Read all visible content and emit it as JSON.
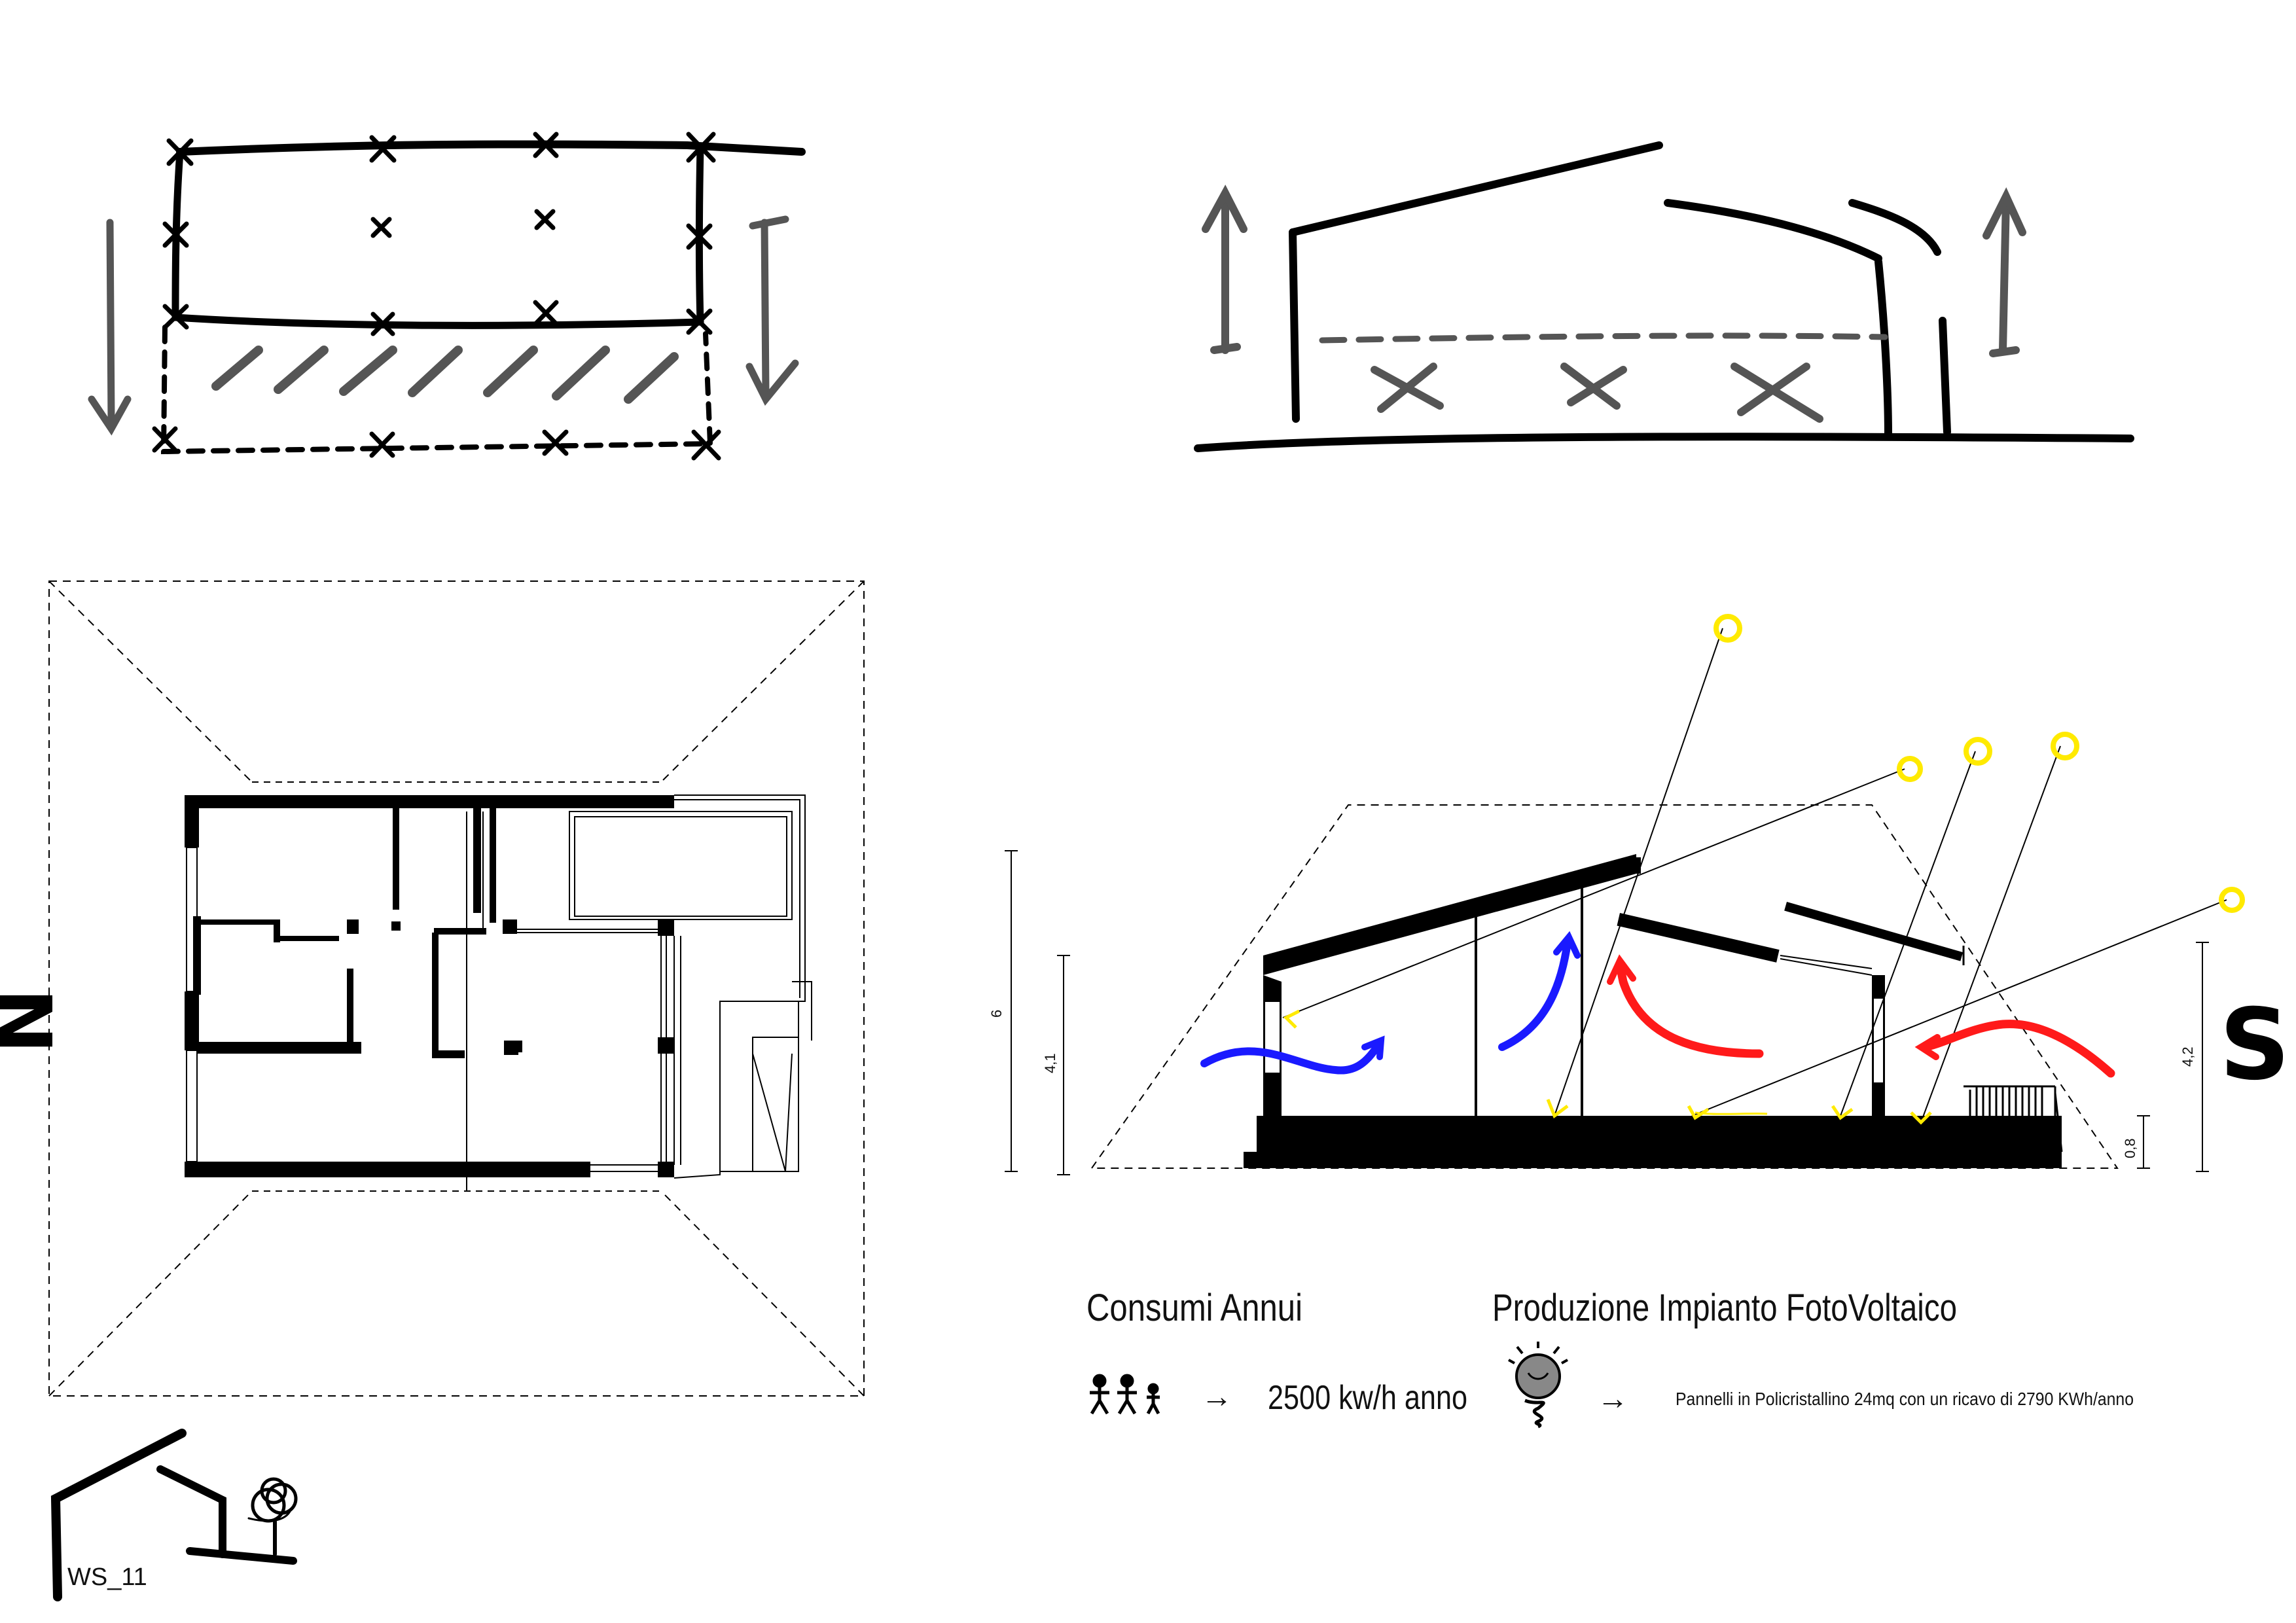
{
  "sheet_id": "WS_11",
  "orientation": {
    "north": "N",
    "south": "S"
  },
  "dimensions": {
    "total_height": "6",
    "north_wall": "4,1",
    "south_wall": "4,2",
    "plinth": "0,8"
  },
  "legend": {
    "consumption": {
      "title": "Consumi Annui",
      "value": "2500 kw/h anno",
      "icon": "people-icon"
    },
    "production": {
      "title": "Produzione  Impianto FotoVoltaico",
      "value": "Pannelli in Policristallino 24mq con un ricavo di 2790 KWh/anno",
      "icon": "lightbulb-icon"
    },
    "arrow": "→"
  },
  "colors": {
    "ink": "#000000",
    "sketch_gray": "#555555",
    "cold_air": "#1a1aff",
    "warm_air": "#ff1a1a",
    "sun": "#ffea00"
  }
}
